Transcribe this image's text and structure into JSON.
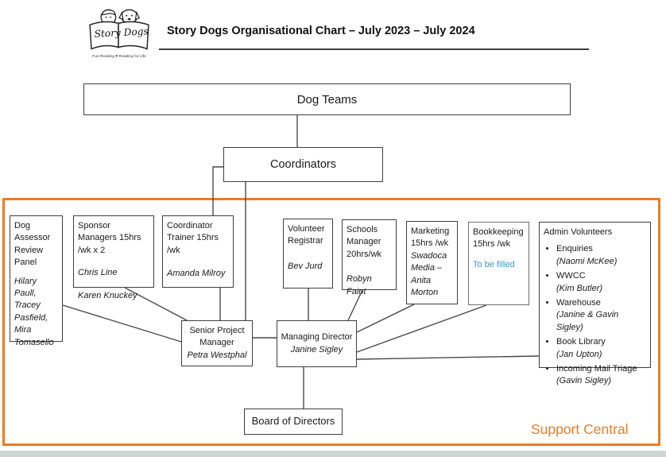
{
  "header": {
    "logo_title": "Story Dogs",
    "logo_tagline": "Fun Reading ♥ Reading for Life",
    "title": "Story Dogs Organisational Chart – July 2023 – July 2024"
  },
  "top": {
    "dog_teams": "Dog Teams",
    "coordinators": "Coordinators"
  },
  "boxes": {
    "dog_assessor": {
      "title": "Dog Assessor Review Panel",
      "names": "Hilary Paull, Tracey Pasfield, Mira Tomasello"
    },
    "sponsor_managers": {
      "title": "Sponsor Managers 15hrs /wk x 2",
      "name1": "Chris Line",
      "name2": "Karen Knuckey"
    },
    "coordinator_trainer": {
      "title": "Coordinator Trainer 15hrs /wk",
      "name": "Amanda Milroy"
    },
    "volunteer_registrar": {
      "title": "Volunteer Registrar",
      "name": "Bev Jurd"
    },
    "schools_manager": {
      "title": "Schools Manager 20hrs/wk",
      "name": "Robyn Faint"
    },
    "marketing": {
      "title": "Marketing 15hrs /wk",
      "name": "Swadoca Media – Anita Morton"
    },
    "bookkeeping": {
      "title": "Bookkeeping 15hrs /wk",
      "status": "To be filled"
    },
    "admin_volunteers": {
      "title": "Admin Volunteers",
      "items": [
        {
          "label": "Enquiries",
          "name": "(Naomi McKee)"
        },
        {
          "label": "WWCC",
          "name": "(Kim Butler)"
        },
        {
          "label": "Warehouse",
          "name": "(Janine & Gavin Sigley)"
        },
        {
          "label": "Book Library",
          "name": "(Jan Upton)"
        },
        {
          "label": "Incoming Mail Triage",
          "name": "(Gavin Sigley)"
        }
      ]
    },
    "senior_project_manager": {
      "title": "Senior Project Manager",
      "name": "Petra Westphal"
    },
    "managing_director": {
      "title": "Managing Director",
      "name": "Janine Sigley"
    },
    "board_of_directors": {
      "title": "Board of Directors"
    }
  },
  "support_central": {
    "label": "Support Central"
  },
  "colors": {
    "accent_orange": "#e87d2c",
    "status_blue": "#2e9bd5"
  }
}
